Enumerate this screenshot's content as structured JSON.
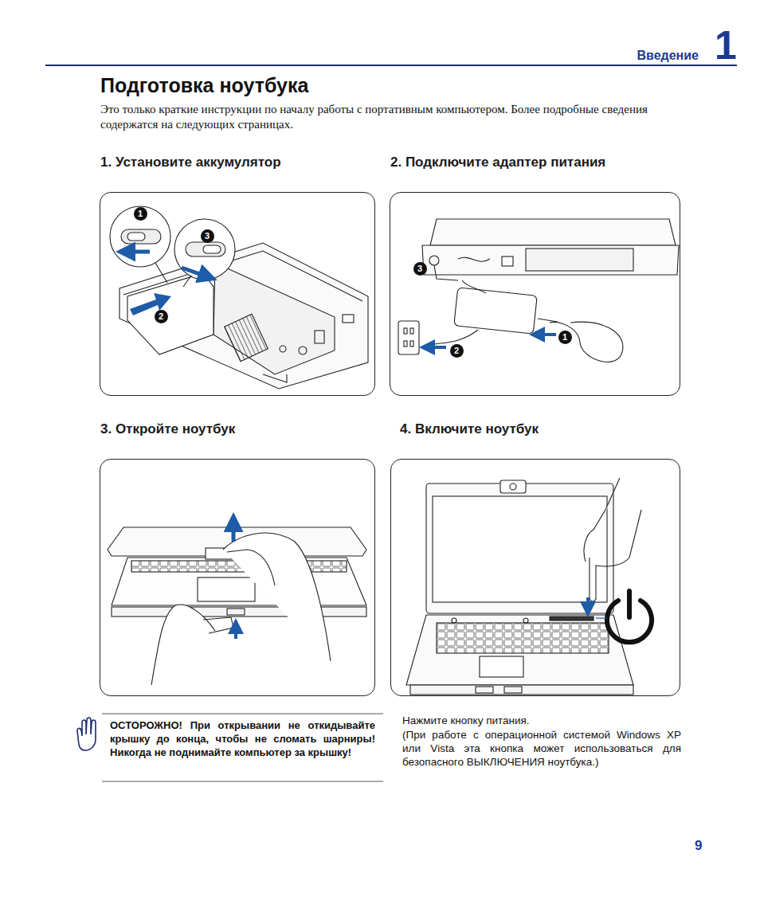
{
  "diagram": {
    "title": "Подготовка ноутбука",
    "nodes": [
      {
        "text": [
          "1. Установите аккумулятор"
        ]
      },
      {
        "text": [
          "2. Подключите адаптер питания"
        ]
      },
      {
        "text": [
          "3. Откройте ноутбук"
        ]
      },
      {
        "text": [
          "4. Включите ноутбук"
        ]
      }
    ],
    "labels": [
      "Введение",
      "1",
      "Это только краткие инструкции по началу работы с портативным компьютером. Более подробные сведения содержатся на следующих страницах.",
      "1",
      "3",
      "2",
      "3",
      "1",
      "2",
      "ОСТОРОЖНО! При открывании не откидывайте крышку до конца, чтобы не сломать шарниры! Никогда не поднимайте компьютер за крышку!",
      "Нажмите кнопку питания.",
      "(При работе с операционной системой Windows XP или Vista эта кнопка может использоваться для безопасного ВЫКЛЮЧЕНИЯ ноутбука.)",
      "9"
    ]
  }
}
